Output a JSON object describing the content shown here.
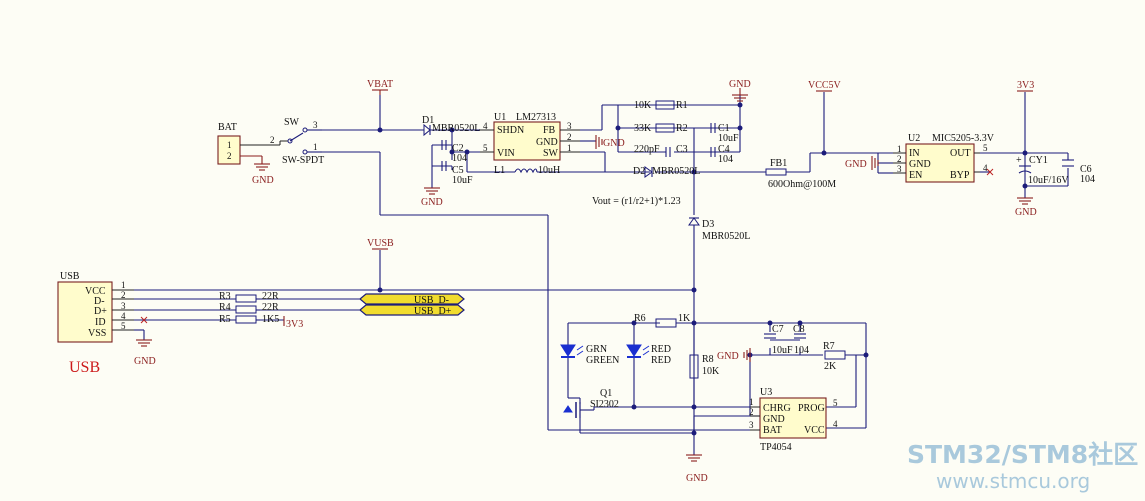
{
  "nets": {
    "vbat": "VBAT",
    "vusb": "VUSB",
    "vcc5v": "VCC5V",
    "v3v3": "3V3",
    "gnd": "GND",
    "gnd_b": "GND"
  },
  "bat": {
    "ref": "BAT",
    "pin1": "1",
    "pin2": "2"
  },
  "sw": {
    "ref": "SW",
    "value": "SW-SPDT",
    "pin1": "1",
    "pin2": "2",
    "pin3": "3"
  },
  "d1": {
    "ref": "D1",
    "value": "MBR0520L"
  },
  "u1": {
    "ref": "U1",
    "value": "LM27313",
    "shdn": "SHDN",
    "vin": "VIN",
    "fb": "FB",
    "gnd": "GND",
    "sw": "SW",
    "p1": "1",
    "p2": "2",
    "p3": "3",
    "p4": "4",
    "p5": "5"
  },
  "c2": {
    "ref": "C2",
    "value": "104"
  },
  "c5": {
    "ref": "C5",
    "value": "10uF"
  },
  "l1": {
    "ref": "L1",
    "value": "10uH"
  },
  "r1": {
    "ref": "R1",
    "value": "10K"
  },
  "r2": {
    "ref": "R2",
    "value": "33K"
  },
  "c3": {
    "ref": "C3",
    "value": "220pF"
  },
  "c1": {
    "ref": "C1",
    "value": "10uF"
  },
  "c4": {
    "ref": "C4",
    "value": "104"
  },
  "d2": {
    "ref": "D2",
    "value": "MBR0520L"
  },
  "fb1": {
    "ref": "FB1",
    "value": "600Ohm@100M"
  },
  "vout_note": "Vout = (r1/r2+1)*1.23",
  "d3": {
    "ref": "D3",
    "value": "MBR0520L"
  },
  "u2": {
    "ref": "U2",
    "value": "MIC5205-3.3V",
    "in": "IN",
    "gnd": "GND",
    "en": "EN",
    "out": "OUT",
    "byp": "BYP",
    "p1": "1",
    "p2": "2",
    "p3": "3",
    "p4": "4",
    "p5": "5"
  },
  "cy1": {
    "ref": "CY1",
    "value": "10uF/16V"
  },
  "c6": {
    "ref": "C6",
    "value": "104"
  },
  "usb": {
    "ref": "USB",
    "big_label": "USB",
    "pins": [
      {
        "name": "VCC",
        "num": "1"
      },
      {
        "name": "D-",
        "num": "2"
      },
      {
        "name": "D+",
        "num": "3"
      },
      {
        "name": "ID",
        "num": "4"
      },
      {
        "name": "VSS",
        "num": "5"
      }
    ]
  },
  "r3": {
    "ref": "R3",
    "value": "22R"
  },
  "r4": {
    "ref": "R4",
    "value": "22R"
  },
  "r5": {
    "ref": "R5",
    "value": "1K5"
  },
  "usb_dm": "USB_D-",
  "usb_dp": "USB_D+",
  "r6": {
    "ref": "R6",
    "value": "1K"
  },
  "grn": {
    "line1": "GRN",
    "line2": "GREEN"
  },
  "red_led": {
    "line1": "RED",
    "line2": "RED"
  },
  "r8": {
    "ref": "R8",
    "value": "10K"
  },
  "q1": {
    "ref": "Q1",
    "value": "SI2302"
  },
  "c7": {
    "ref": "C7",
    "value": "10uF"
  },
  "c8": {
    "ref": "C8",
    "value": "104"
  },
  "r7": {
    "ref": "R7",
    "value": "2K"
  },
  "u3": {
    "ref": "U3",
    "value": "TP4054",
    "chrg": "CHRG",
    "gnd": "GND",
    "bat": "BAT",
    "prog": "PROG",
    "vcc": "VCC",
    "p1": "1",
    "p2": "2",
    "p3": "3",
    "p4": "4",
    "p5": "5"
  },
  "watermark": {
    "line1": "STM32/STM8社区",
    "line2": "www.stmcu.org"
  }
}
